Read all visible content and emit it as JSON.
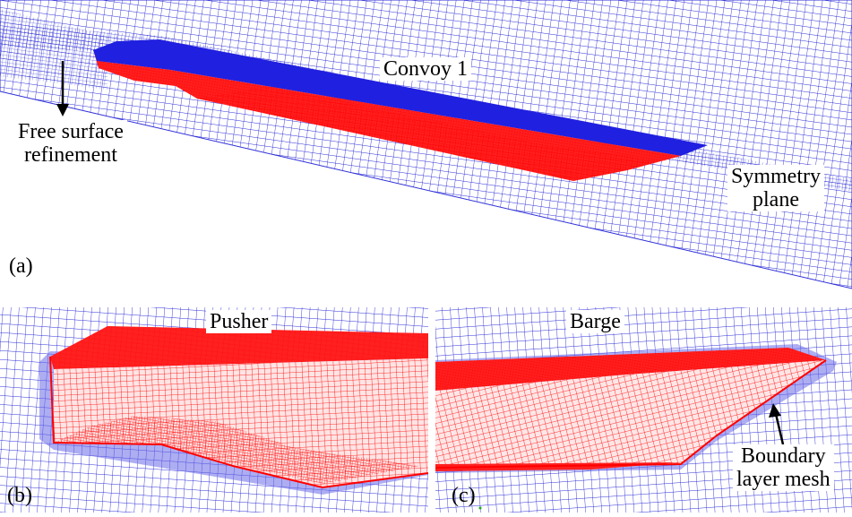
{
  "colors": {
    "mesh_blue": "#2f2fd8",
    "mesh_red": "#ff0000",
    "hull_fill": "#ff2020",
    "background": "#ffffff"
  },
  "panels": {
    "a": {
      "tag": "(a)",
      "title": "Convoy 1",
      "annotation_left_line1": "Free surface",
      "annotation_left_line2": "refinement",
      "annotation_right_line1": "Symmetry",
      "annotation_right_line2": "plane"
    },
    "b": {
      "tag": "(b)",
      "title": "Pusher"
    },
    "c": {
      "tag": "(c)",
      "title": "Barge",
      "annotation_line1": "Boundary",
      "annotation_line2": "layer mesh"
    }
  }
}
